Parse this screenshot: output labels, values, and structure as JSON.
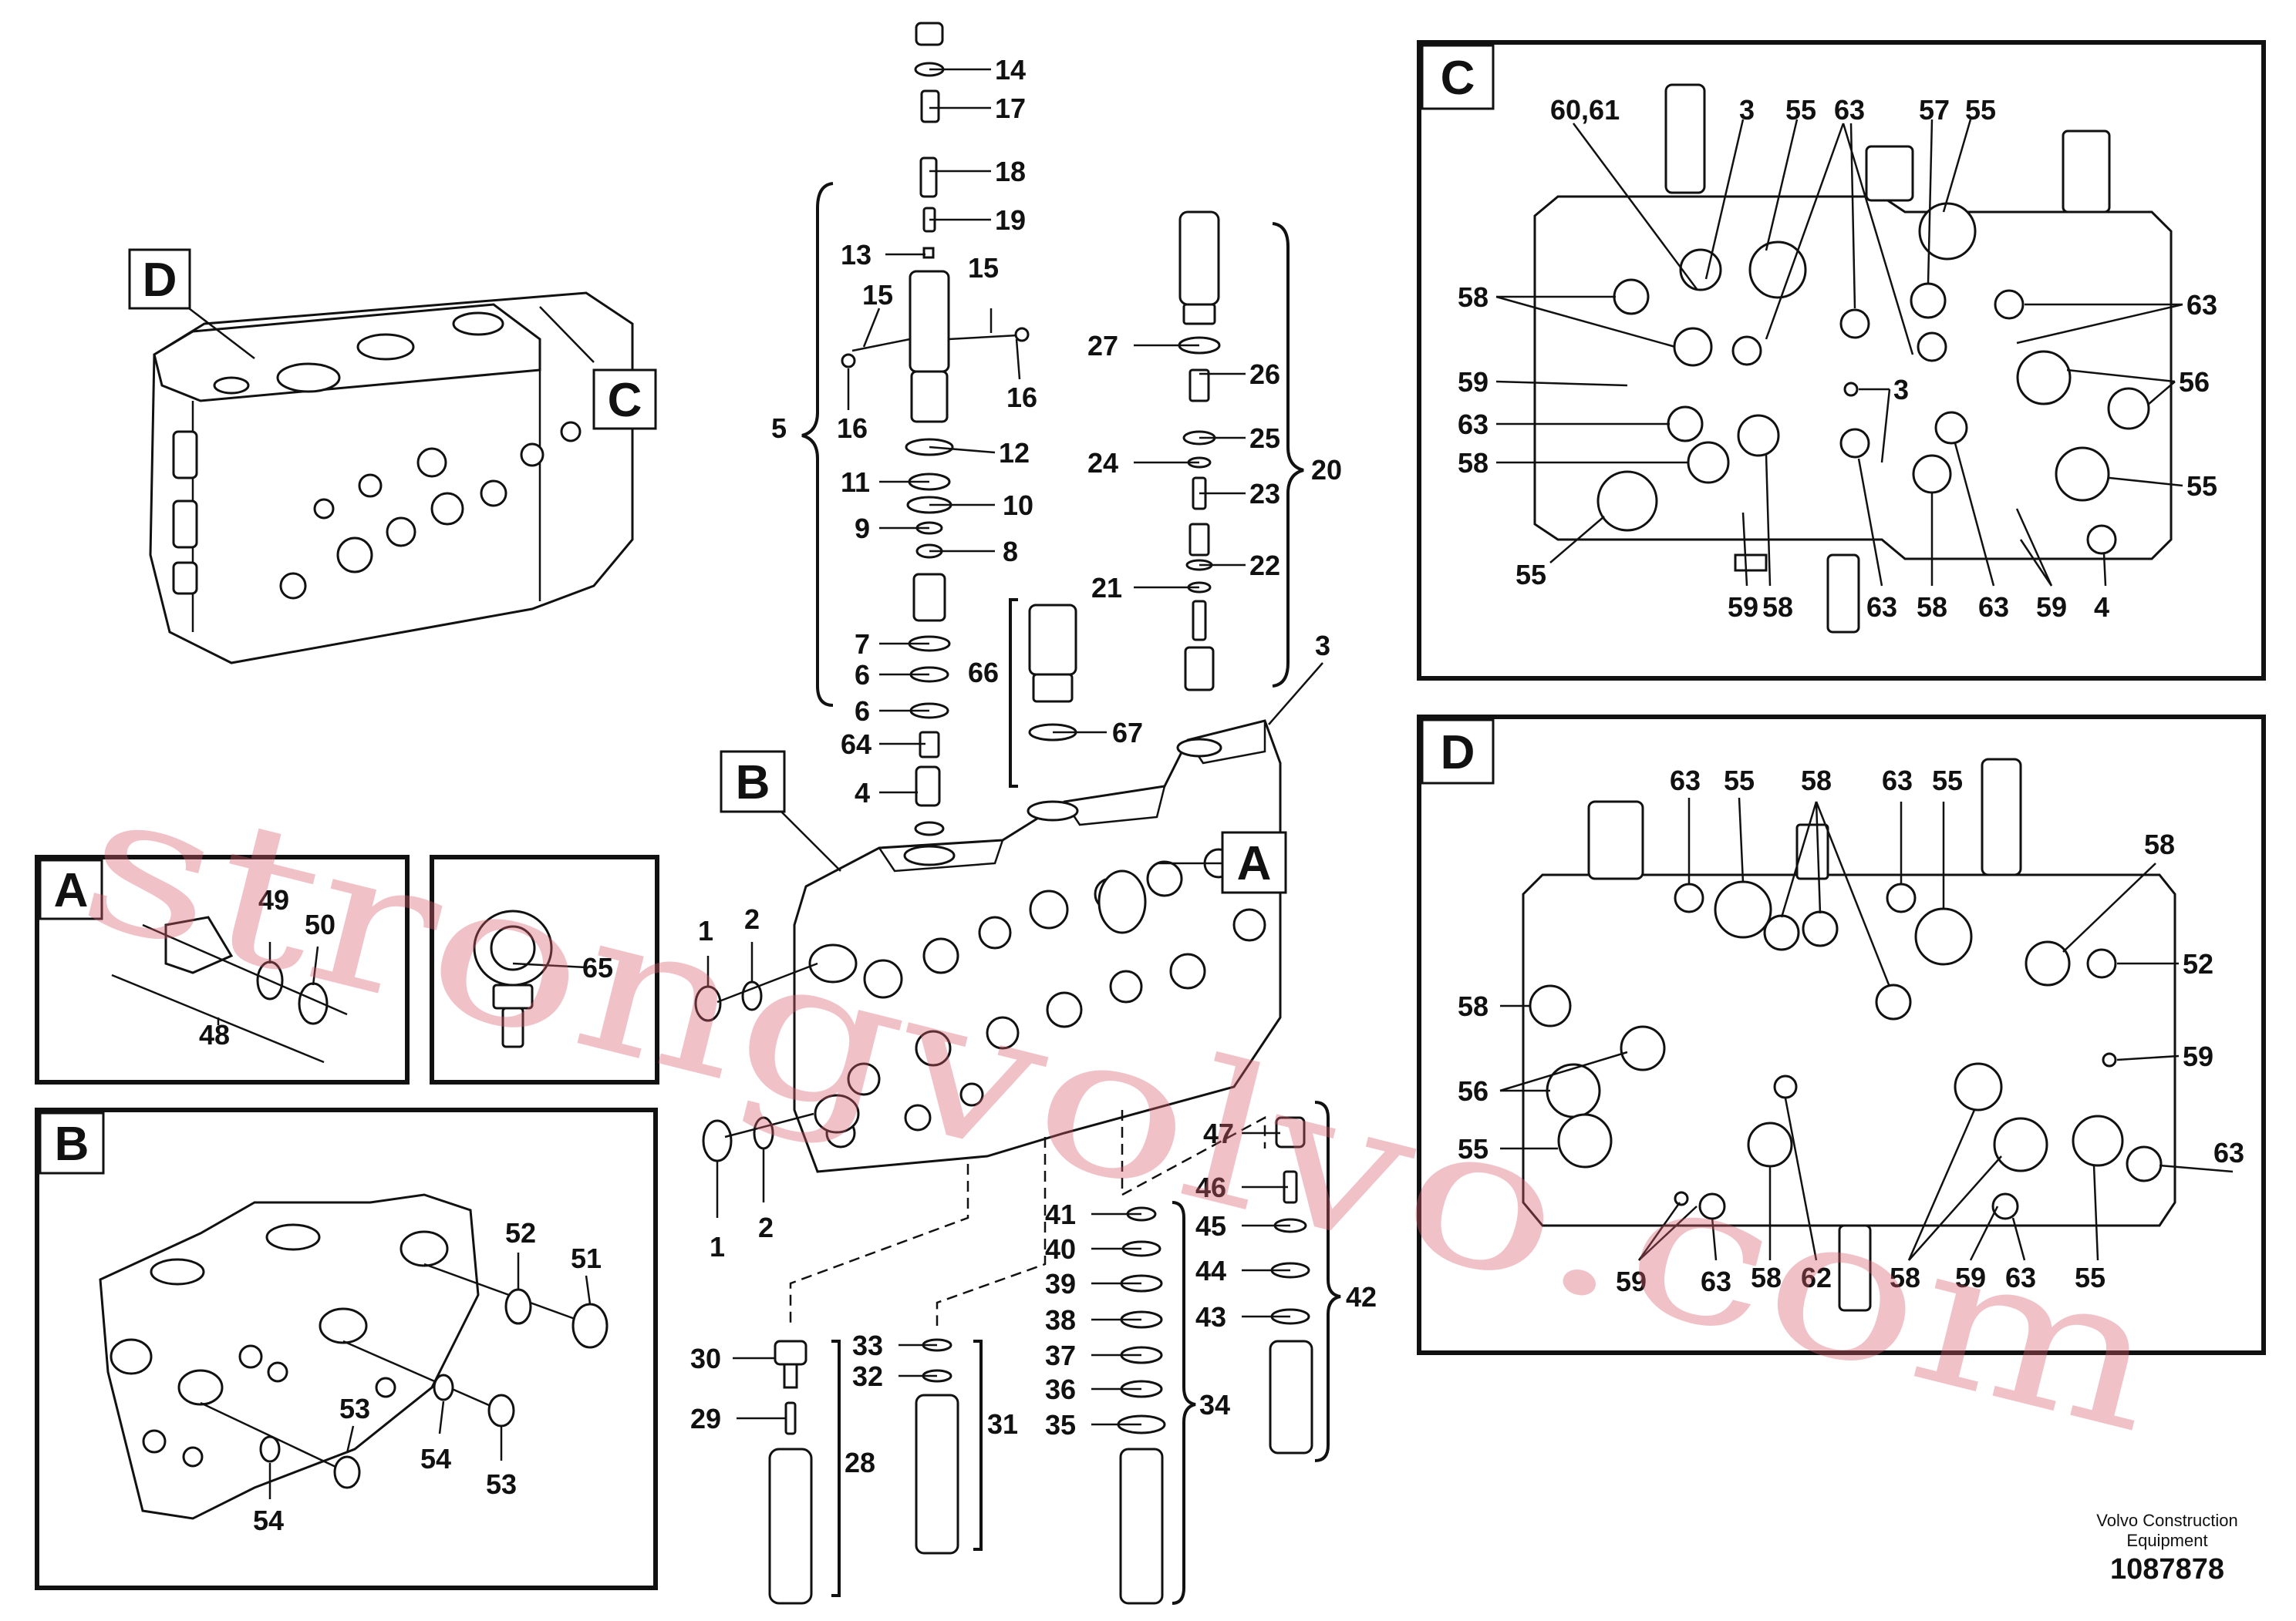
{
  "callouts": {
    "c14": "14",
    "c17": "17",
    "c18": "18",
    "c19": "19",
    "c13": "13",
    "c15a": "15",
    "c15b": "15",
    "c16a": "16",
    "c16b": "16",
    "c5": "5",
    "c12": "12",
    "c11": "11",
    "c10": "10",
    "c9": "9",
    "c8": "8",
    "c7": "7",
    "c6a": "6",
    "c6b": "6",
    "c64": "64",
    "c4": "4",
    "c66": "66",
    "c67": "67",
    "c27": "27",
    "c26": "26",
    "c25": "25",
    "c24": "24",
    "c23": "23",
    "c22": "22",
    "c21": "21",
    "c20": "20",
    "c3": "3",
    "c1a": "1",
    "c2a": "2",
    "c1b": "1",
    "c2b": "2",
    "c47": "47",
    "c46": "46",
    "c45": "45",
    "c44": "44",
    "c43": "43",
    "c42": "42",
    "c41": "41",
    "c40": "40",
    "c39": "39",
    "c38": "38",
    "c37": "37",
    "c36": "36",
    "c35": "35",
    "c34": "34",
    "c33": "33",
    "c32": "32",
    "c31": "31",
    "c30": "30",
    "c29": "29",
    "c28": "28",
    "cA49": "49",
    "cA50": "50",
    "cA48": "48",
    "c65": "65",
    "cB52": "52",
    "cB51": "51",
    "cB53a": "53",
    "cB54a": "54",
    "cB53b": "53",
    "cB54b": "54"
  },
  "boxes": {
    "A": "A",
    "B": "B",
    "C": "C",
    "D": "D"
  },
  "view_c": {
    "l1": "60,61",
    "l2": "3",
    "l3": "55",
    "l4": "63",
    "l5": "57",
    "l6": "55",
    "l7": "58",
    "l8": "63",
    "l9": "59",
    "l10": "56",
    "l11": "3",
    "l12": "63",
    "l13": "58",
    "l14": "55",
    "l15": "55",
    "l16": "59",
    "l17": "58",
    "l18": "63",
    "l19": "58",
    "l20": "63",
    "l21": "59",
    "l22": "4"
  },
  "view_d": {
    "l1": "63",
    "l2": "55",
    "l3": "58",
    "l4": "63",
    "l5": "55",
    "l6": "58",
    "l7": "52",
    "l8": "58",
    "l9": "59",
    "l10": "56",
    "l11": "55",
    "l12": "63",
    "l13": "59",
    "l14": "63",
    "l15": "58",
    "l16": "62",
    "l17": "58",
    "l18": "59",
    "l19": "63",
    "l20": "55"
  },
  "watermark": "strongvolvo.com",
  "footer": {
    "brand_line1": "Volvo Construction",
    "brand_line2": "Equipment",
    "number": "1087878"
  }
}
